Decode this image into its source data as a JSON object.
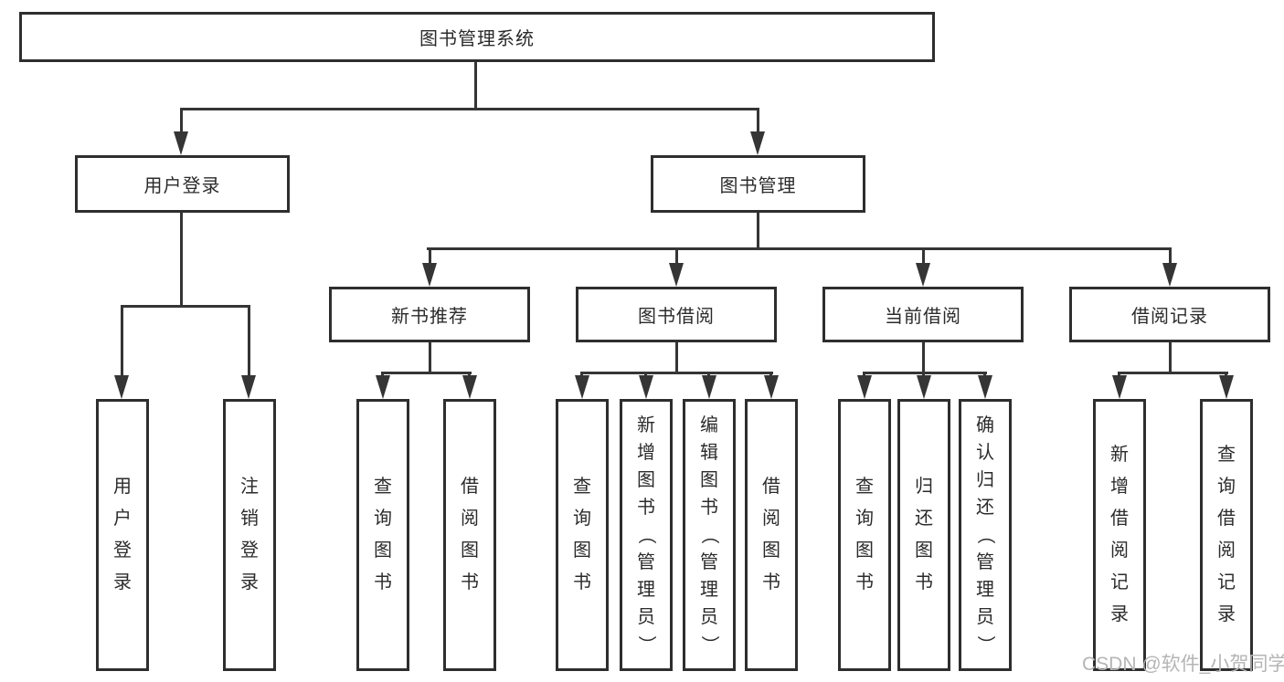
{
  "colors": {
    "line": "#353535",
    "box_border": "#2e2e2e",
    "text": "#2b2b2b",
    "watermark": "#b5b5b5",
    "background": "#ffffff"
  },
  "tree": {
    "root": {
      "label": "图书管理系统"
    },
    "branches": [
      {
        "label": "用户登录",
        "leaves": [
          {
            "label": "用户登录"
          },
          {
            "label": "注销登录"
          }
        ]
      },
      {
        "label": "图书管理",
        "groups": [
          {
            "label": "新书推荐",
            "leaves": [
              {
                "label": "查询图书"
              },
              {
                "label": "借阅图书"
              }
            ]
          },
          {
            "label": "图书借阅",
            "leaves": [
              {
                "label": "查询图书"
              },
              {
                "label": "新增图书（管理员）"
              },
              {
                "label": "编辑图书（管理员）"
              },
              {
                "label": "借阅图书"
              }
            ]
          },
          {
            "label": "当前借阅",
            "leaves": [
              {
                "label": "查询图书"
              },
              {
                "label": "归还图书"
              },
              {
                "label": "确认归还（管理员）"
              }
            ]
          },
          {
            "label": "借阅记录",
            "leaves": [
              {
                "label": "新增借阅记录"
              },
              {
                "label": "查询借阅记录"
              }
            ]
          }
        ]
      }
    ]
  },
  "watermark": {
    "text": "CSDN @软件_小贺同学"
  }
}
